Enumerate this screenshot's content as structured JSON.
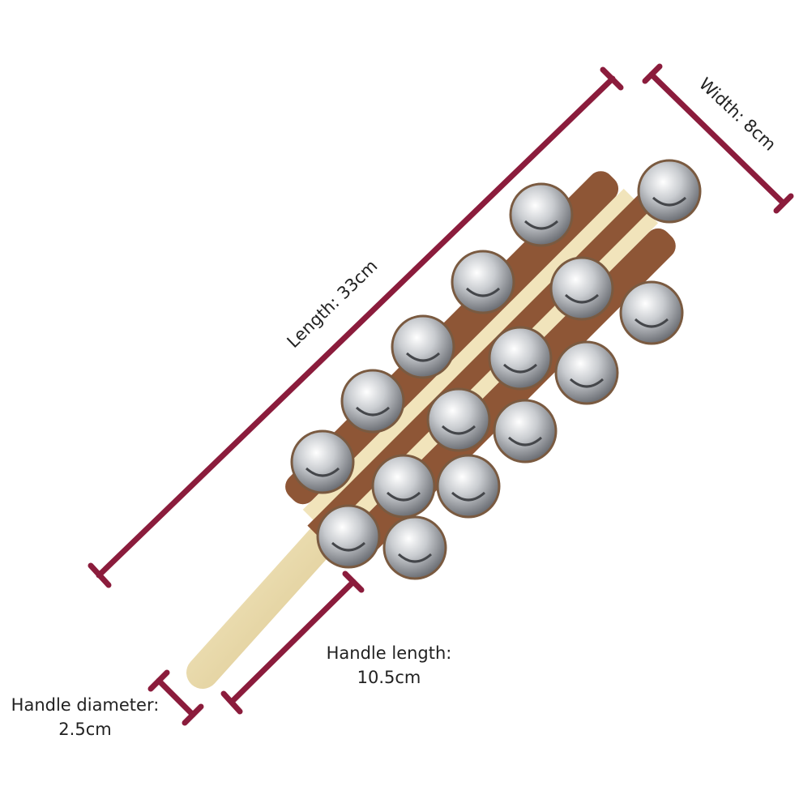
{
  "colors": {
    "dimension_line": "#8B1C3C",
    "wood": "#EAD9A6",
    "leather": "#8E5636",
    "bell": "#C9CCCF"
  },
  "labels": {
    "length": "Length: 33cm",
    "width": "Width: 8cm",
    "handle_length_title": "Handle length:",
    "handle_length_value": "10.5cm",
    "handle_diameter_title": "Handle diameter:",
    "handle_diameter_value": "2.5cm"
  }
}
